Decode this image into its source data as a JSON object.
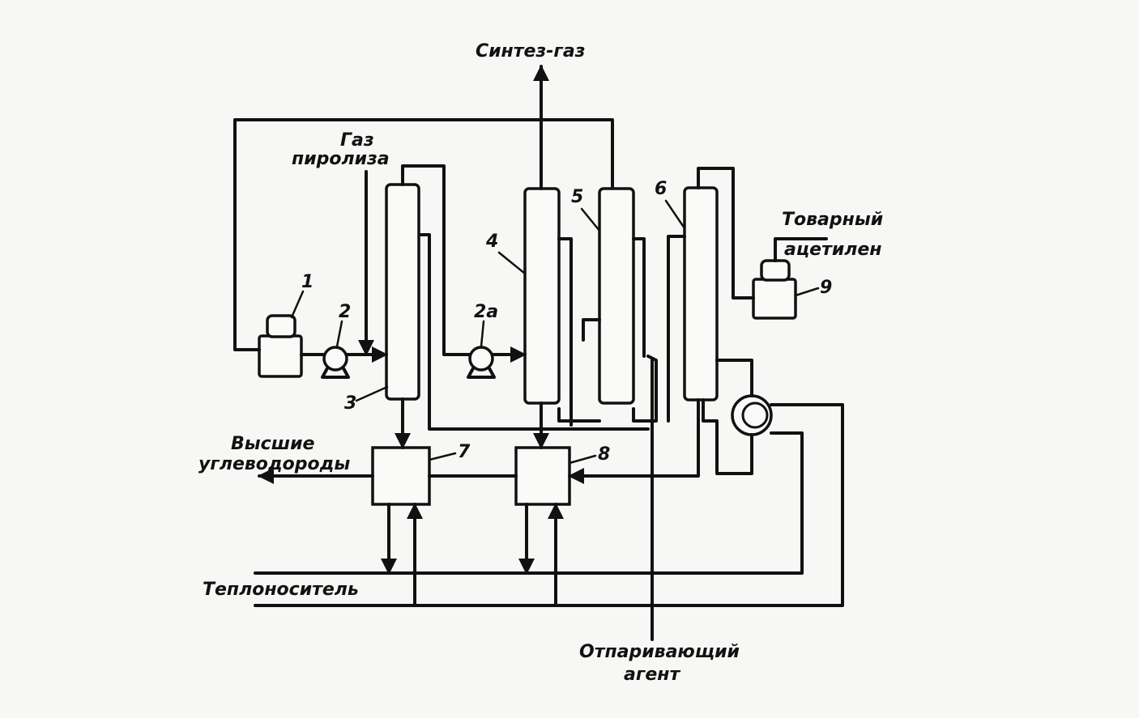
{
  "labels": {
    "syngas": "Синтез-газ",
    "pyrolysis_gas_line1": "Газ",
    "pyrolysis_gas_line2": "пиролиза",
    "commercial_acetylene_line1": "Товарный",
    "commercial_acetylene_line2": "ацетилен",
    "higher_hydrocarbons_line1": "Высшие",
    "higher_hydrocarbons_line2": "углеводороды",
    "heat_carrier": "Теплоноситель",
    "stripping_agent_line1": "Отпаривающий",
    "stripping_agent_line2": "агент"
  },
  "equipment_numbers": {
    "compressor": "1",
    "pump_2": "2",
    "pump_2a": "2а",
    "column_3": "3",
    "column_4": "4",
    "column_5": "5",
    "column_6": "6",
    "exchanger_7": "7",
    "exchanger_8": "8",
    "compressor_9": "9"
  },
  "colors": {
    "line": "#111111",
    "background": "#f7f7f5"
  }
}
